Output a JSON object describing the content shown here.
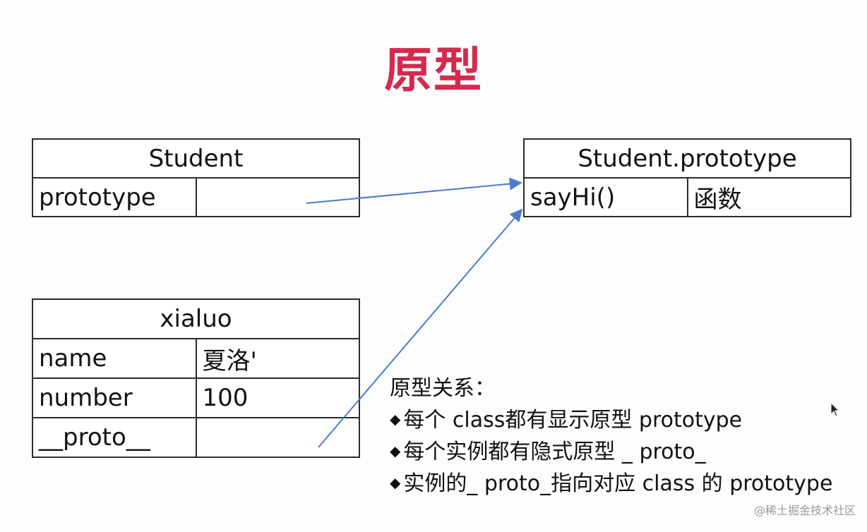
{
  "title": "原型",
  "student_box": {
    "header": "Student",
    "rows": [
      {
        "key": "prototype",
        "value": ""
      }
    ]
  },
  "prototype_box": {
    "header": "Student.prototype",
    "rows": [
      {
        "key": "sayHi()",
        "value": "函数"
      }
    ]
  },
  "instance_box": {
    "header": "xialuo",
    "rows": [
      {
        "key": "name",
        "value": "夏洛'"
      },
      {
        "key": "number",
        "value": "100"
      },
      {
        "key": "__proto__",
        "value": ""
      }
    ]
  },
  "notes": {
    "heading": "原型关系：",
    "bullet_symbol": "◆",
    "items": [
      "每个 class都有显示原型 prototype",
      "每个实例都有隐式原型 _ proto_",
      "实例的_ proto_指向对应 class 的 prototype"
    ]
  },
  "watermark": "@稀土掘金技术社区",
  "colors": {
    "title": "#d42a4e",
    "arrow": "#4a7bc8"
  }
}
